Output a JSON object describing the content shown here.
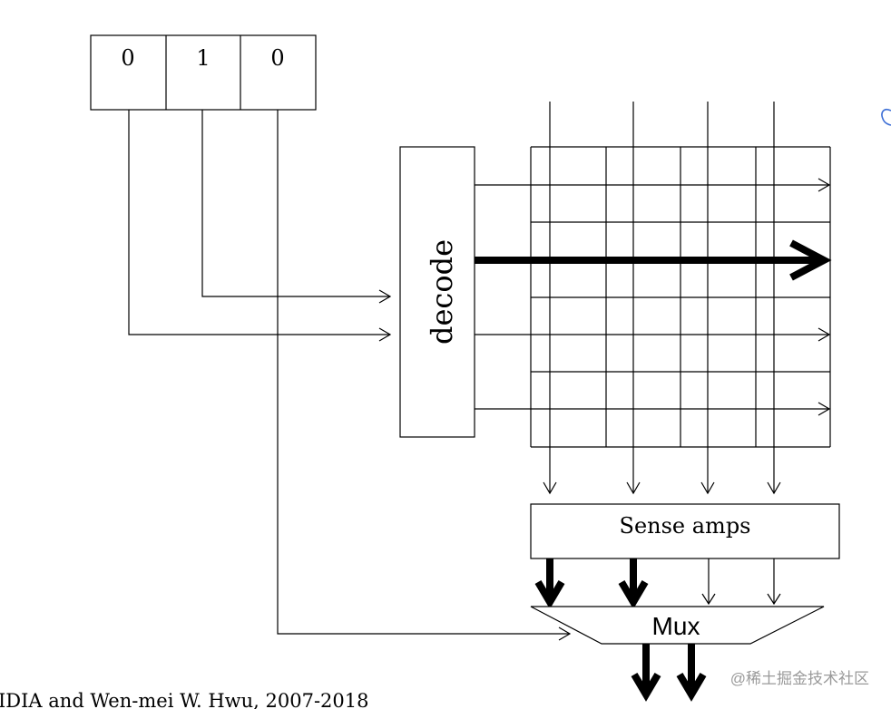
{
  "address_bits": [
    "0",
    "1",
    "0"
  ],
  "decoder_label": "decode",
  "sense_amps_label": "Sense amps",
  "mux_label": "Mux",
  "footer_text": "IDIA and Wen-mei W. Hwu, 2007-2018",
  "watermark_text": "@稀土掘金技术社区"
}
